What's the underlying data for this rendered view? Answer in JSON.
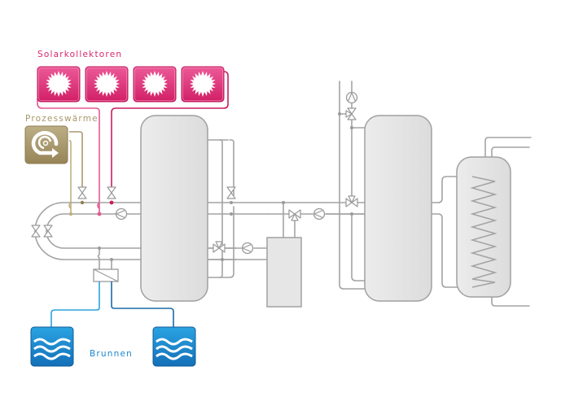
{
  "labels": {
    "solar_collectors": "Solarkollektoren",
    "process_heat": "Prozesswärme",
    "wells": "Brunnen"
  },
  "colors": {
    "solar": "#d9266f",
    "solar_light": "#ec5c98",
    "solar_pipe_flow": "#e0457f",
    "solar_pipe_return": "#c81d5f",
    "process_heat": "#a8976a",
    "process_heat_pipe": "#b3a47a",
    "wells": "#1b88cc",
    "wells_pipe_light": "#29a4dc",
    "wells_pipe_dark": "#1a6ba8",
    "pipe": "#a3a3a3",
    "tank_fill": "#e4e4e4"
  },
  "components": {
    "solar_collectors": [
      {
        "icon": "sun-icon"
      },
      {
        "icon": "sun-icon"
      },
      {
        "icon": "sun-icon"
      },
      {
        "icon": "sun-icon"
      }
    ],
    "process_heat": {
      "icon": "spiral-heat-icon"
    },
    "wells": [
      {
        "icon": "water-waves-icon"
      },
      {
        "icon": "water-waves-icon"
      }
    ],
    "storage_tanks": [
      "buffer-tank-1",
      "buffer-tank-2",
      "hot-water-tank-with-coil"
    ],
    "boiler": "auxiliary-heater"
  }
}
